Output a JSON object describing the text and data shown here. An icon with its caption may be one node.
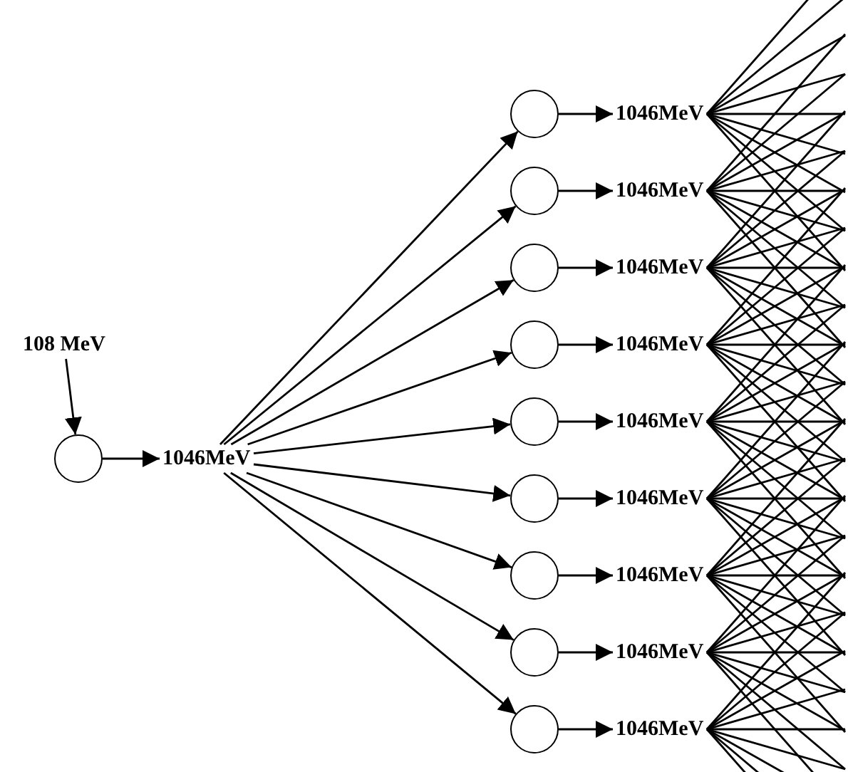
{
  "diagram": {
    "nodes": [
      {
        "text": [
          "108 MeV"
        ]
      },
      {
        "text": [],
        "shape": "circle"
      },
      {
        "text": [
          "1046MeV"
        ]
      },
      {
        "text": [],
        "shape": "circle"
      },
      {
        "text": [
          "1046MeV"
        ]
      },
      {
        "text": [],
        "shape": "circle"
      },
      {
        "text": [
          "1046MeV"
        ]
      },
      {
        "text": [],
        "shape": "circle"
      },
      {
        "text": [
          "1046MeV"
        ]
      },
      {
        "text": [],
        "shape": "circle"
      },
      {
        "text": [
          "1046MeV"
        ]
      },
      {
        "text": [],
        "shape": "circle"
      },
      {
        "text": [
          "1046MeV"
        ]
      },
      {
        "text": [],
        "shape": "circle"
      },
      {
        "text": [
          "1046MeV"
        ]
      },
      {
        "text": [],
        "shape": "circle"
      },
      {
        "text": [
          "1046MeV"
        ]
      },
      {
        "text": [],
        "shape": "circle"
      },
      {
        "text": [
          "1046MeV"
        ]
      },
      {
        "text": [],
        "shape": "circle"
      },
      {
        "text": [
          "1046MeV"
        ]
      }
    ],
    "edges": [
      {
        "from": 0,
        "to": 1,
        "arrow": "to"
      },
      {
        "from": 1,
        "to": 2,
        "arrow": "to"
      },
      {
        "from": 2,
        "to": 3,
        "arrow": "to"
      },
      {
        "from": 2,
        "to": 5,
        "arrow": "to"
      },
      {
        "from": 2,
        "to": 7,
        "arrow": "to"
      },
      {
        "from": 2,
        "to": 9,
        "arrow": "to"
      },
      {
        "from": 2,
        "to": 11,
        "arrow": "to"
      },
      {
        "from": 2,
        "to": 13,
        "arrow": "to"
      },
      {
        "from": 2,
        "to": 15,
        "arrow": "to"
      },
      {
        "from": 2,
        "to": 17,
        "arrow": "to"
      },
      {
        "from": 2,
        "to": 19,
        "arrow": "to"
      },
      {
        "from": 3,
        "to": 4,
        "arrow": "to"
      },
      {
        "from": 5,
        "to": 6,
        "arrow": "to"
      },
      {
        "from": 7,
        "to": 8,
        "arrow": "to"
      },
      {
        "from": 9,
        "to": 10,
        "arrow": "to"
      },
      {
        "from": 11,
        "to": 12,
        "arrow": "to"
      },
      {
        "from": 13,
        "to": 14,
        "arrow": "to"
      },
      {
        "from": 15,
        "to": 16,
        "arrow": "to"
      },
      {
        "from": 17,
        "to": 18,
        "arrow": "to"
      },
      {
        "from": 19,
        "to": 20,
        "arrow": "to"
      },
      {
        "from": 4,
        "to": null,
        "arrow": "none"
      },
      {
        "from": 4,
        "to": null,
        "arrow": "none"
      },
      {
        "from": 4,
        "to": null,
        "arrow": "none"
      },
      {
        "from": 4,
        "to": null,
        "arrow": "none"
      },
      {
        "from": 4,
        "to": null,
        "arrow": "none"
      },
      {
        "from": 4,
        "to": null,
        "arrow": "none"
      },
      {
        "from": 4,
        "to": null,
        "arrow": "none"
      },
      {
        "from": 4,
        "to": null,
        "arrow": "none"
      },
      {
        "from": 4,
        "to": null,
        "arrow": "none"
      },
      {
        "from": 6,
        "to": null,
        "arrow": "none"
      },
      {
        "from": 6,
        "to": null,
        "arrow": "none"
      },
      {
        "from": 6,
        "to": null,
        "arrow": "none"
      },
      {
        "from": 6,
        "to": null,
        "arrow": "none"
      },
      {
        "from": 6,
        "to": null,
        "arrow": "none"
      },
      {
        "from": 6,
        "to": null,
        "arrow": "none"
      },
      {
        "from": 6,
        "to": null,
        "arrow": "none"
      },
      {
        "from": 6,
        "to": null,
        "arrow": "none"
      },
      {
        "from": 6,
        "to": null,
        "arrow": "none"
      },
      {
        "from": 8,
        "to": null,
        "arrow": "none"
      },
      {
        "from": 8,
        "to": null,
        "arrow": "none"
      },
      {
        "from": 8,
        "to": null,
        "arrow": "none"
      },
      {
        "from": 8,
        "to": null,
        "arrow": "none"
      },
      {
        "from": 8,
        "to": null,
        "arrow": "none"
      },
      {
        "from": 8,
        "to": null,
        "arrow": "none"
      },
      {
        "from": 8,
        "to": null,
        "arrow": "none"
      },
      {
        "from": 8,
        "to": null,
        "arrow": "none"
      },
      {
        "from": 8,
        "to": null,
        "arrow": "none"
      },
      {
        "from": 10,
        "to": null,
        "arrow": "none"
      },
      {
        "from": 10,
        "to": null,
        "arrow": "none"
      },
      {
        "from": 10,
        "to": null,
        "arrow": "none"
      },
      {
        "from": 10,
        "to": null,
        "arrow": "none"
      },
      {
        "from": 10,
        "to": null,
        "arrow": "none"
      },
      {
        "from": 10,
        "to": null,
        "arrow": "none"
      },
      {
        "from": 10,
        "to": null,
        "arrow": "none"
      },
      {
        "from": 10,
        "to": null,
        "arrow": "none"
      },
      {
        "from": 10,
        "to": null,
        "arrow": "none"
      },
      {
        "from": 12,
        "to": null,
        "arrow": "none"
      },
      {
        "from": 12,
        "to": null,
        "arrow": "none"
      },
      {
        "from": 12,
        "to": null,
        "arrow": "none"
      },
      {
        "from": 12,
        "to": null,
        "arrow": "none"
      },
      {
        "from": 12,
        "to": null,
        "arrow": "none"
      },
      {
        "from": 12,
        "to": null,
        "arrow": "none"
      },
      {
        "from": 12,
        "to": null,
        "arrow": "none"
      },
      {
        "from": 12,
        "to": null,
        "arrow": "none"
      },
      {
        "from": 12,
        "to": null,
        "arrow": "none"
      },
      {
        "from": 14,
        "to": null,
        "arrow": "none"
      },
      {
        "from": 14,
        "to": null,
        "arrow": "none"
      },
      {
        "from": 14,
        "to": null,
        "arrow": "none"
      },
      {
        "from": 14,
        "to": null,
        "arrow": "none"
      },
      {
        "from": 14,
        "to": null,
        "arrow": "none"
      },
      {
        "from": 14,
        "to": null,
        "arrow": "none"
      },
      {
        "from": 14,
        "to": null,
        "arrow": "none"
      },
      {
        "from": 14,
        "to": null,
        "arrow": "none"
      },
      {
        "from": 14,
        "to": null,
        "arrow": "none"
      },
      {
        "from": 16,
        "to": null,
        "arrow": "none"
      },
      {
        "from": 16,
        "to": null,
        "arrow": "none"
      },
      {
        "from": 16,
        "to": null,
        "arrow": "none"
      },
      {
        "from": 16,
        "to": null,
        "arrow": "none"
      },
      {
        "from": 16,
        "to": null,
        "arrow": "none"
      },
      {
        "from": 16,
        "to": null,
        "arrow": "none"
      },
      {
        "from": 16,
        "to": null,
        "arrow": "none"
      },
      {
        "from": 16,
        "to": null,
        "arrow": "none"
      },
      {
        "from": 16,
        "to": null,
        "arrow": "none"
      },
      {
        "from": 18,
        "to": null,
        "arrow": "none"
      },
      {
        "from": 18,
        "to": null,
        "arrow": "none"
      },
      {
        "from": 18,
        "to": null,
        "arrow": "none"
      },
      {
        "from": 18,
        "to": null,
        "arrow": "none"
      },
      {
        "from": 18,
        "to": null,
        "arrow": "none"
      },
      {
        "from": 18,
        "to": null,
        "arrow": "none"
      },
      {
        "from": 18,
        "to": null,
        "arrow": "none"
      },
      {
        "from": 18,
        "to": null,
        "arrow": "none"
      },
      {
        "from": 18,
        "to": null,
        "arrow": "none"
      },
      {
        "from": 20,
        "to": null,
        "arrow": "none"
      },
      {
        "from": 20,
        "to": null,
        "arrow": "none"
      },
      {
        "from": 20,
        "to": null,
        "arrow": "none"
      },
      {
        "from": 20,
        "to": null,
        "arrow": "none"
      },
      {
        "from": 20,
        "to": null,
        "arrow": "none"
      },
      {
        "from": 20,
        "to": null,
        "arrow": "none"
      },
      {
        "from": 20,
        "to": null,
        "arrow": "none"
      },
      {
        "from": 20,
        "to": null,
        "arrow": "none"
      },
      {
        "from": 20,
        "to": null,
        "arrow": "none"
      }
    ]
  }
}
